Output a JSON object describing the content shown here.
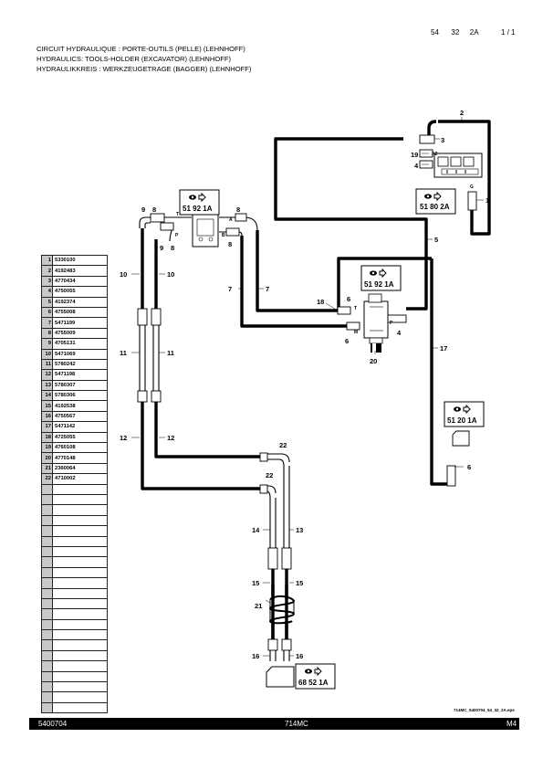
{
  "header": {
    "ref_a": "54",
    "ref_b": "32",
    "ref_c": "2A",
    "page": "1 / 1"
  },
  "titles": [
    "CIRCUIT HYDRAULIQUE : PORTE-OUTILS (PELLE) (LEHNHOFF)",
    "HYDRAULICS: TOOLS-HOLDER (EXCAVATOR) (LEHNHOFF)",
    "HYDRAULIKKREIS : WERKZEUGETRAGE (BAGGER) (LEHNHOFF)"
  ],
  "parts_table": [
    {
      "n": "1",
      "part": "5330100"
    },
    {
      "n": "2",
      "part": "4192483"
    },
    {
      "n": "3",
      "part": "4770434"
    },
    {
      "n": "4",
      "part": "4750055"
    },
    {
      "n": "5",
      "part": "4192374"
    },
    {
      "n": "6",
      "part": "4755008"
    },
    {
      "n": "7",
      "part": "5471199"
    },
    {
      "n": "8",
      "part": "4755009"
    },
    {
      "n": "9",
      "part": "4705131"
    },
    {
      "n": "10",
      "part": "5471069"
    },
    {
      "n": "11",
      "part": "5780242"
    },
    {
      "n": "12",
      "part": "5471198"
    },
    {
      "n": "13",
      "part": "5780307"
    },
    {
      "n": "14",
      "part": "5780306"
    },
    {
      "n": "15",
      "part": "4192538"
    },
    {
      "n": "16",
      "part": "4750567"
    },
    {
      "n": "17",
      "part": "5471142"
    },
    {
      "n": "18",
      "part": "4725055"
    },
    {
      "n": "19",
      "part": "4760108"
    },
    {
      "n": "20",
      "part": "4770148"
    },
    {
      "n": "21",
      "part": "2360064"
    },
    {
      "n": "22",
      "part": "4710002"
    }
  ],
  "empty_rows": 22,
  "ref_boxes": [
    {
      "id": "box1",
      "text": "51 80 2A"
    },
    {
      "id": "box2",
      "text": "51 92 1A"
    },
    {
      "id": "box3",
      "text": "51 92 1A"
    },
    {
      "id": "box4",
      "text": "51 20 1A"
    },
    {
      "id": "box5",
      "text": "68 52 1A"
    }
  ],
  "callouts": {
    "c1": "1",
    "c2": "2",
    "c3": "3",
    "c4a": "4",
    "c4b": "4",
    "c5": "5",
    "c6a": "6",
    "c6b": "6",
    "c6c": "6",
    "c7a": "7",
    "c7b": "7",
    "c8a": "8",
    "c8b": "8",
    "c8c": "8",
    "c8d": "8",
    "c9": "9",
    "c10a": "10",
    "c10b": "10",
    "c11a": "11",
    "c11b": "11",
    "c12a": "12",
    "c12b": "12",
    "c13": "13",
    "c14": "14",
    "c15a": "15",
    "c15b": "15",
    "c16a": "16",
    "c16b": "16",
    "c17": "17",
    "c18": "18",
    "c19": "19",
    "c20": "20",
    "c21": "21",
    "c22a": "22",
    "c22b": "22"
  },
  "port_labels": {
    "A2": "A2",
    "G": "G",
    "T1": "T",
    "P1": "P",
    "A1": "A",
    "B1": "B",
    "T2": "T",
    "M": "M",
    "P2": "P"
  },
  "file_name": "714MC_5400704_54_32_2A.eps",
  "footer": {
    "left": "5400704",
    "center": "714MC",
    "right": "M4"
  }
}
